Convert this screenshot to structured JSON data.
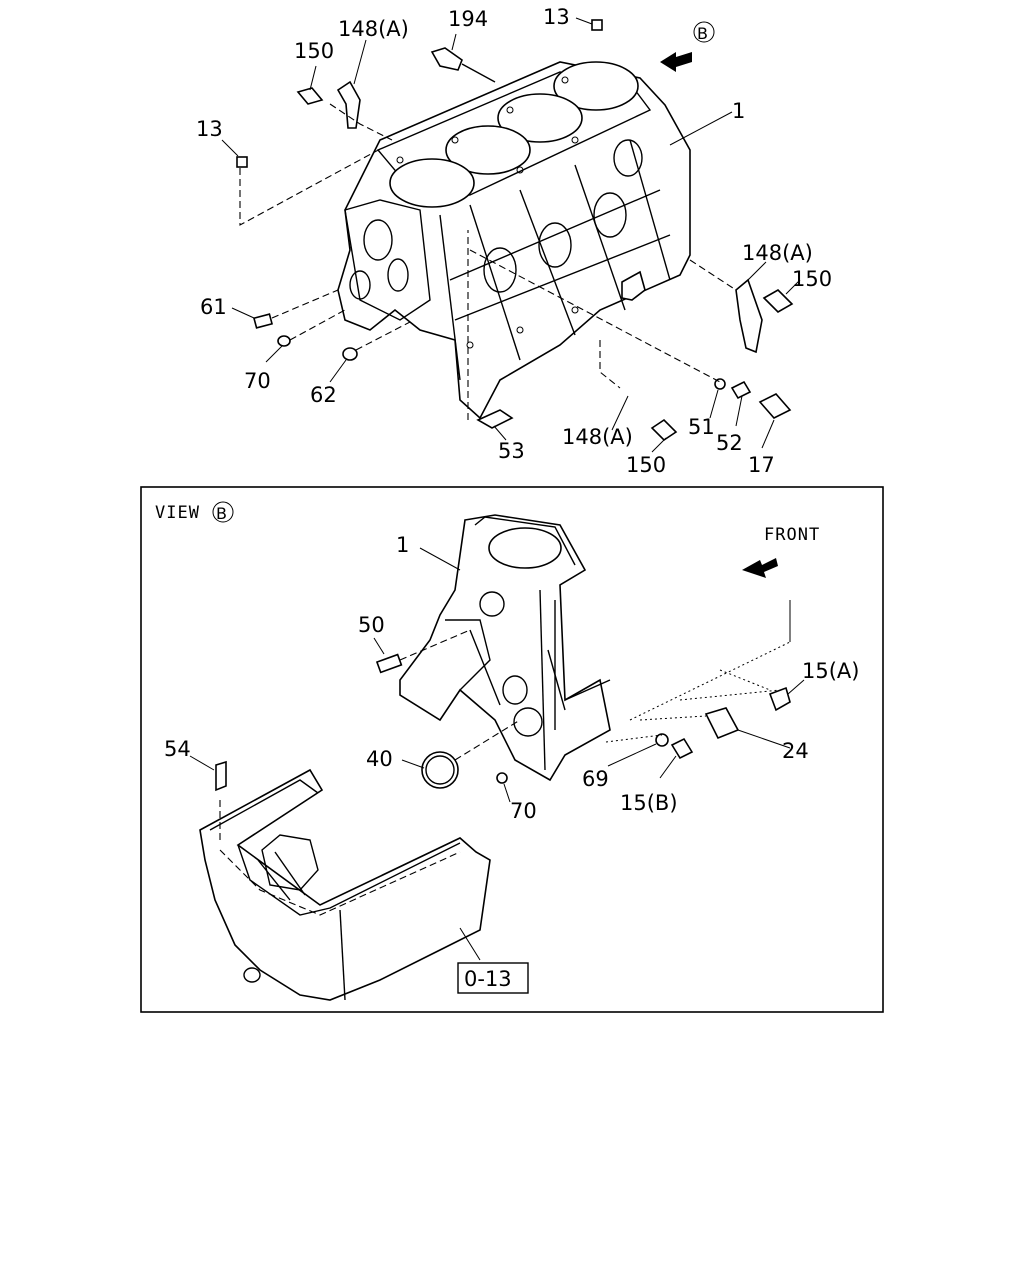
{
  "callouts_top": {
    "c194": "194",
    "c13a": "13",
    "cB": "B",
    "c150a": "150",
    "c148a": "148(A)",
    "c13b": "13",
    "c1": "1",
    "c148b": "148(A)",
    "c150b": "150",
    "c61": "61",
    "c70": "70",
    "c62": "62",
    "c53": "53",
    "c148c": "148(A)",
    "c150c": "150",
    "c51": "51",
    "c52": "52",
    "c17": "17"
  },
  "view_b": {
    "title": "VIEW",
    "circle": "B",
    "front": "FRONT",
    "c1": "1",
    "c50": "50",
    "c15a": "15(A)",
    "c24": "24",
    "c54": "54",
    "c40": "40",
    "c69": "69",
    "c15b": "15(B)",
    "c70": "70",
    "ref": "0-13"
  }
}
